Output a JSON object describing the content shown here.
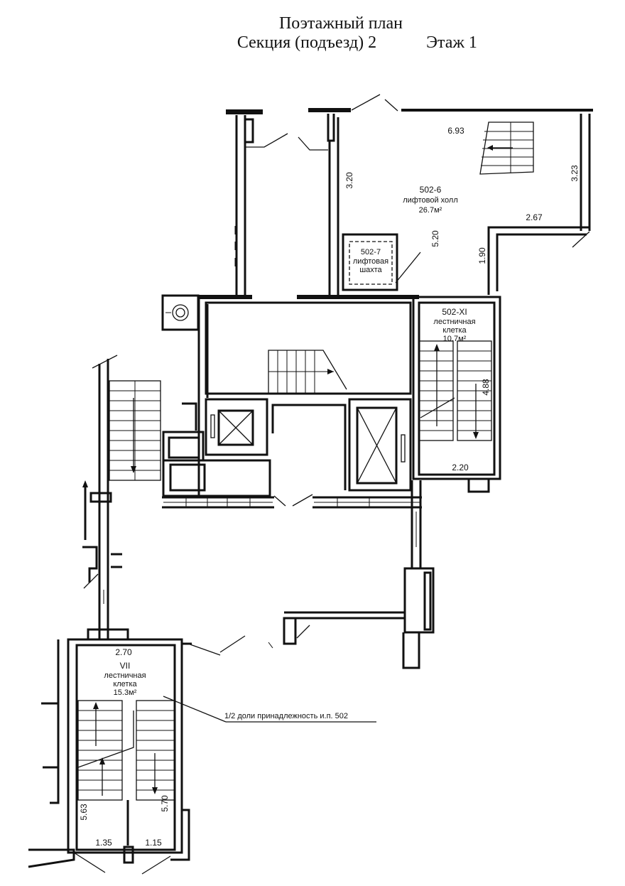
{
  "header": {
    "title": "Поэтажный план",
    "subtitle_section": "Секция (подъезд) 2",
    "subtitle_floor": "Этаж 1"
  },
  "rooms": {
    "hall": {
      "code": "502-6",
      "name": "лифтовой холл",
      "area": "26.7м²"
    },
    "shaft": {
      "code": "502-7",
      "name_line1": "лифтовая",
      "name_line2": "шахта"
    },
    "stair_xi": {
      "code": "502-XI",
      "name_line1": "лестничная",
      "name_line2": "клетка",
      "area": "10.7м²"
    },
    "stair_vii": {
      "code": "VII",
      "name_line1": "лестничная",
      "name_line2": "клетка",
      "area": "15.3м²"
    }
  },
  "note": "1/2 доли принадлежность и.п. 502",
  "dimensions": {
    "d693": "6.93",
    "d320": "3.20",
    "d323": "3.23",
    "d267": "2.67",
    "d520": "5.20",
    "d190": "1.90",
    "d488": "4.88",
    "d220": "2.20",
    "d270": "2.70",
    "d563": "5.63",
    "d570": "5.70",
    "d135": "1.35",
    "d115": "1.15"
  }
}
